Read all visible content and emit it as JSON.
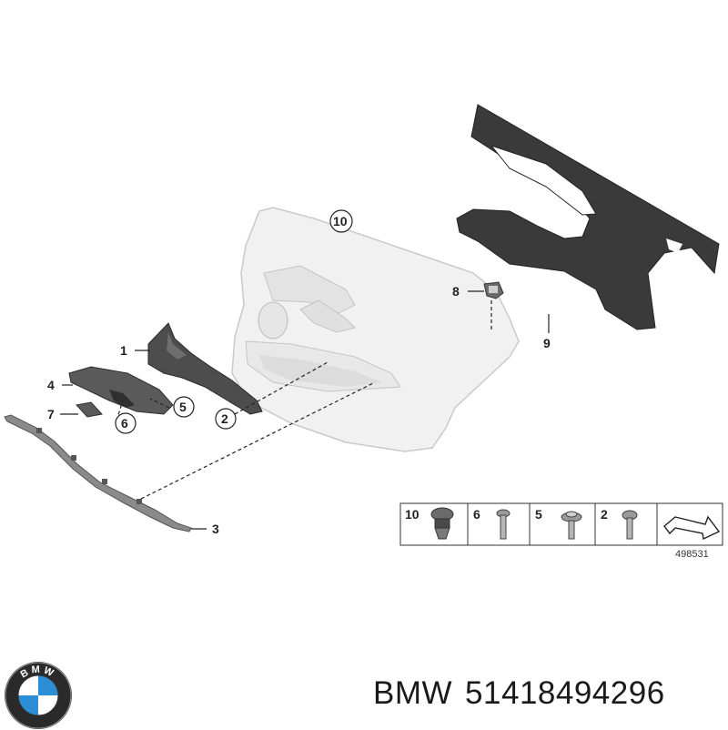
{
  "callouts": {
    "c1": "1",
    "c2": "2",
    "c3": "3",
    "c4": "4",
    "c5": "5",
    "c6": "6",
    "c7": "7",
    "c8": "8",
    "c9": "9",
    "c10": "10"
  },
  "legend": {
    "items": [
      "10",
      "6",
      "5",
      "2"
    ],
    "code": "498531"
  },
  "footer": {
    "brand": "BMW",
    "part_number": "51418494296",
    "logo_text": "BMW"
  },
  "colors": {
    "panel_fill": "#f1f1f1",
    "panel_stroke": "#c9c9c9",
    "insulation": "#3a3a3a",
    "trim_dark": "#4d4d4d",
    "logo_blue": "#2b8ed6"
  }
}
